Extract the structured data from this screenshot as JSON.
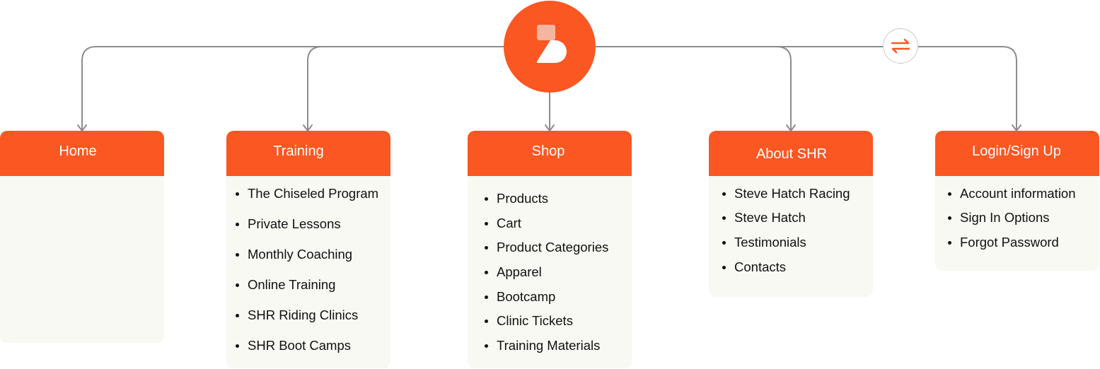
{
  "colors": {
    "accent": "#fa5722",
    "card_body": "#f7f9f2",
    "connector": "#8c8c8c"
  },
  "icons": {
    "root": "brand-logo-icon",
    "link": "swap-arrows-icon"
  },
  "sections": [
    {
      "title": "Home",
      "items": []
    },
    {
      "title": "Training",
      "items": [
        "The Chiseled Program",
        "Private Lessons",
        "Monthly Coaching",
        "Online Training",
        "SHR Riding Clinics",
        "SHR Boot Camps"
      ]
    },
    {
      "title": "Shop",
      "items": [
        "Products",
        "Cart",
        "Product Categories",
        "Apparel",
        "Bootcamp",
        "Clinic Tickets",
        "Training Materials"
      ]
    },
    {
      "title": "About SHR",
      "items": [
        "Steve Hatch Racing",
        "Steve Hatch",
        "Testimonials",
        "Contacts"
      ]
    },
    {
      "title": "Login/Sign Up",
      "items": [
        "Account information",
        "Sign In Options",
        "Forgot Password"
      ]
    }
  ]
}
